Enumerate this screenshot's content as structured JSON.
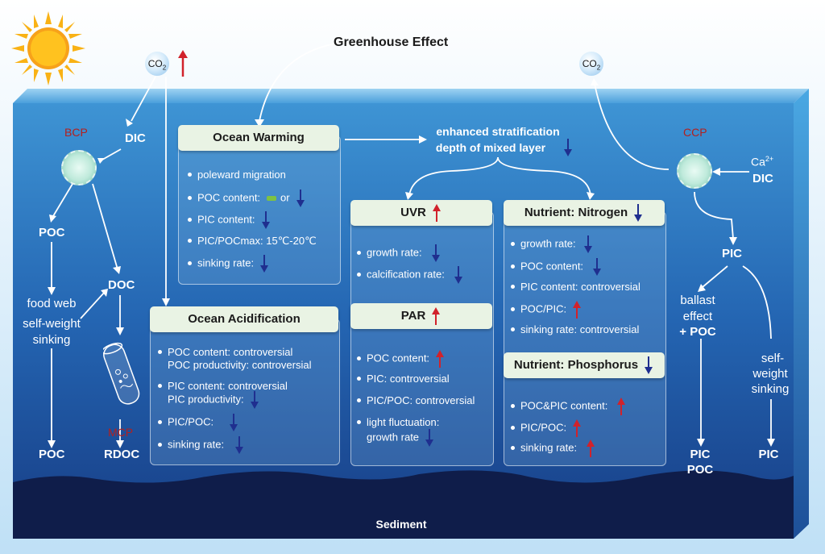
{
  "title": "Greenhouse Effect",
  "co2_left": "CO",
  "co2_right": "CO",
  "co2_sub": "2",
  "bcp": {
    "label": "BCP",
    "dic": "DIC",
    "poc_top": "POC",
    "doc": "DOC",
    "food_web": "food web",
    "self_weight": "self-weight",
    "sinking": "sinking",
    "mcp": "MCP",
    "poc_bottom": "POC",
    "rdoc": "RDOC"
  },
  "ccp": {
    "label": "CCP",
    "ca": "Ca",
    "ca_sup": "2+",
    "dic": "DIC",
    "pic": "PIC",
    "ballast_1": "ballast",
    "ballast_2": "effect",
    "ballast_3": "+ POC",
    "self_1": "self-",
    "self_2": "weight",
    "self_3": "sinking",
    "pic_bottom_1": "PIC",
    "pic_bottom_2": "POC",
    "pic_right": "PIC"
  },
  "stratification": {
    "line1": "enhanced stratification",
    "line2": "depth of mixed layer"
  },
  "ocean_warming": {
    "header": "Ocean Warming",
    "items": [
      "poleward migration",
      "POC content:",
      "PIC content:",
      "PIC/POCmax: 15℃-20℃",
      "sinking rate:"
    ],
    "or_text": "or"
  },
  "ocean_acidification": {
    "header": "Ocean Acidification",
    "items": [
      "POC content: controversial",
      "POC productivity: controversial",
      "PIC content: controversial",
      "PIC productivity:",
      "PIC/POC:",
      "sinking rate:"
    ]
  },
  "uvr": {
    "header": "UVR",
    "items": [
      "growth rate:",
      "calcification rate:"
    ]
  },
  "par": {
    "header": "PAR",
    "items": [
      "POC content:",
      "PIC: controversial",
      "PIC/POC: controversial",
      "light fluctuation:",
      "growth rate"
    ]
  },
  "nitrogen": {
    "header": "Nutrient: Nitrogen",
    "items": [
      "growth rate:",
      "POC content:",
      "PIC content: controversial",
      "POC/PIC:",
      "sinking rate: controversial"
    ]
  },
  "phosphorus": {
    "header": "Nutrient: Phosphorus",
    "items": [
      "POC&PIC content:",
      "PIC/POC:",
      "sinking rate:"
    ]
  },
  "sediment": "Sediment",
  "colors": {
    "up_arrow": "#d1222b",
    "down_arrow": "#1f2f8f",
    "ocean_top": "#3a8fd0",
    "ocean_bottom": "#16387e",
    "sediment": "#0f1d4a"
  },
  "icons": [
    "sun-icon",
    "up-arrow-icon",
    "down-arrow-icon",
    "phytoplankton-cell-icon",
    "microbe-tube-icon"
  ]
}
